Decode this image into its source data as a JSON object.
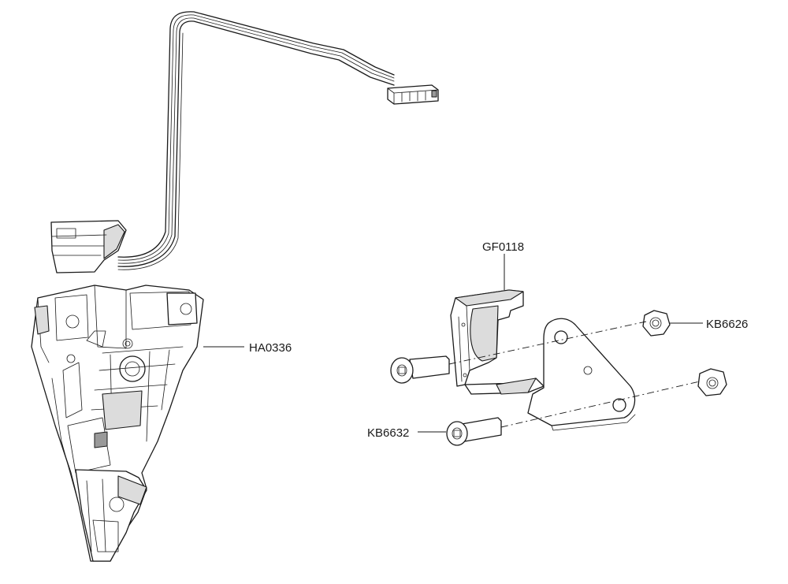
{
  "labels": {
    "ha0336": "HA0336",
    "gf0118": "GF0118",
    "kb6626": "KB6626",
    "kb6632": "KB6632"
  },
  "colors": {
    "ink": "#1a1a1a",
    "background": "#ffffff",
    "shade": "#dcdcdc"
  }
}
